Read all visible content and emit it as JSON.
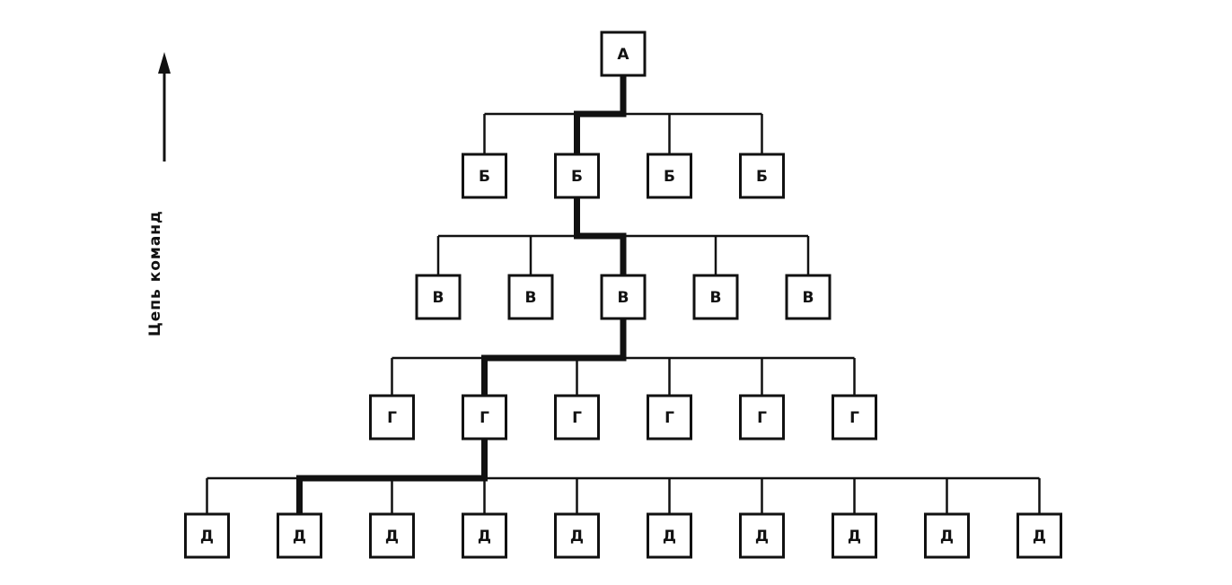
{
  "axis": {
    "label": "Цепь команд"
  },
  "levels": [
    {
      "label": "А",
      "count": 1
    },
    {
      "label": "Б",
      "count": 4
    },
    {
      "label": "В",
      "count": 5
    },
    {
      "label": "Г",
      "count": 6
    },
    {
      "label": "Д",
      "count": 10
    }
  ],
  "chain_path": [
    0,
    1,
    2,
    1,
    1
  ],
  "colors": {
    "stroke": "#111111",
    "background": "#ffffff"
  }
}
